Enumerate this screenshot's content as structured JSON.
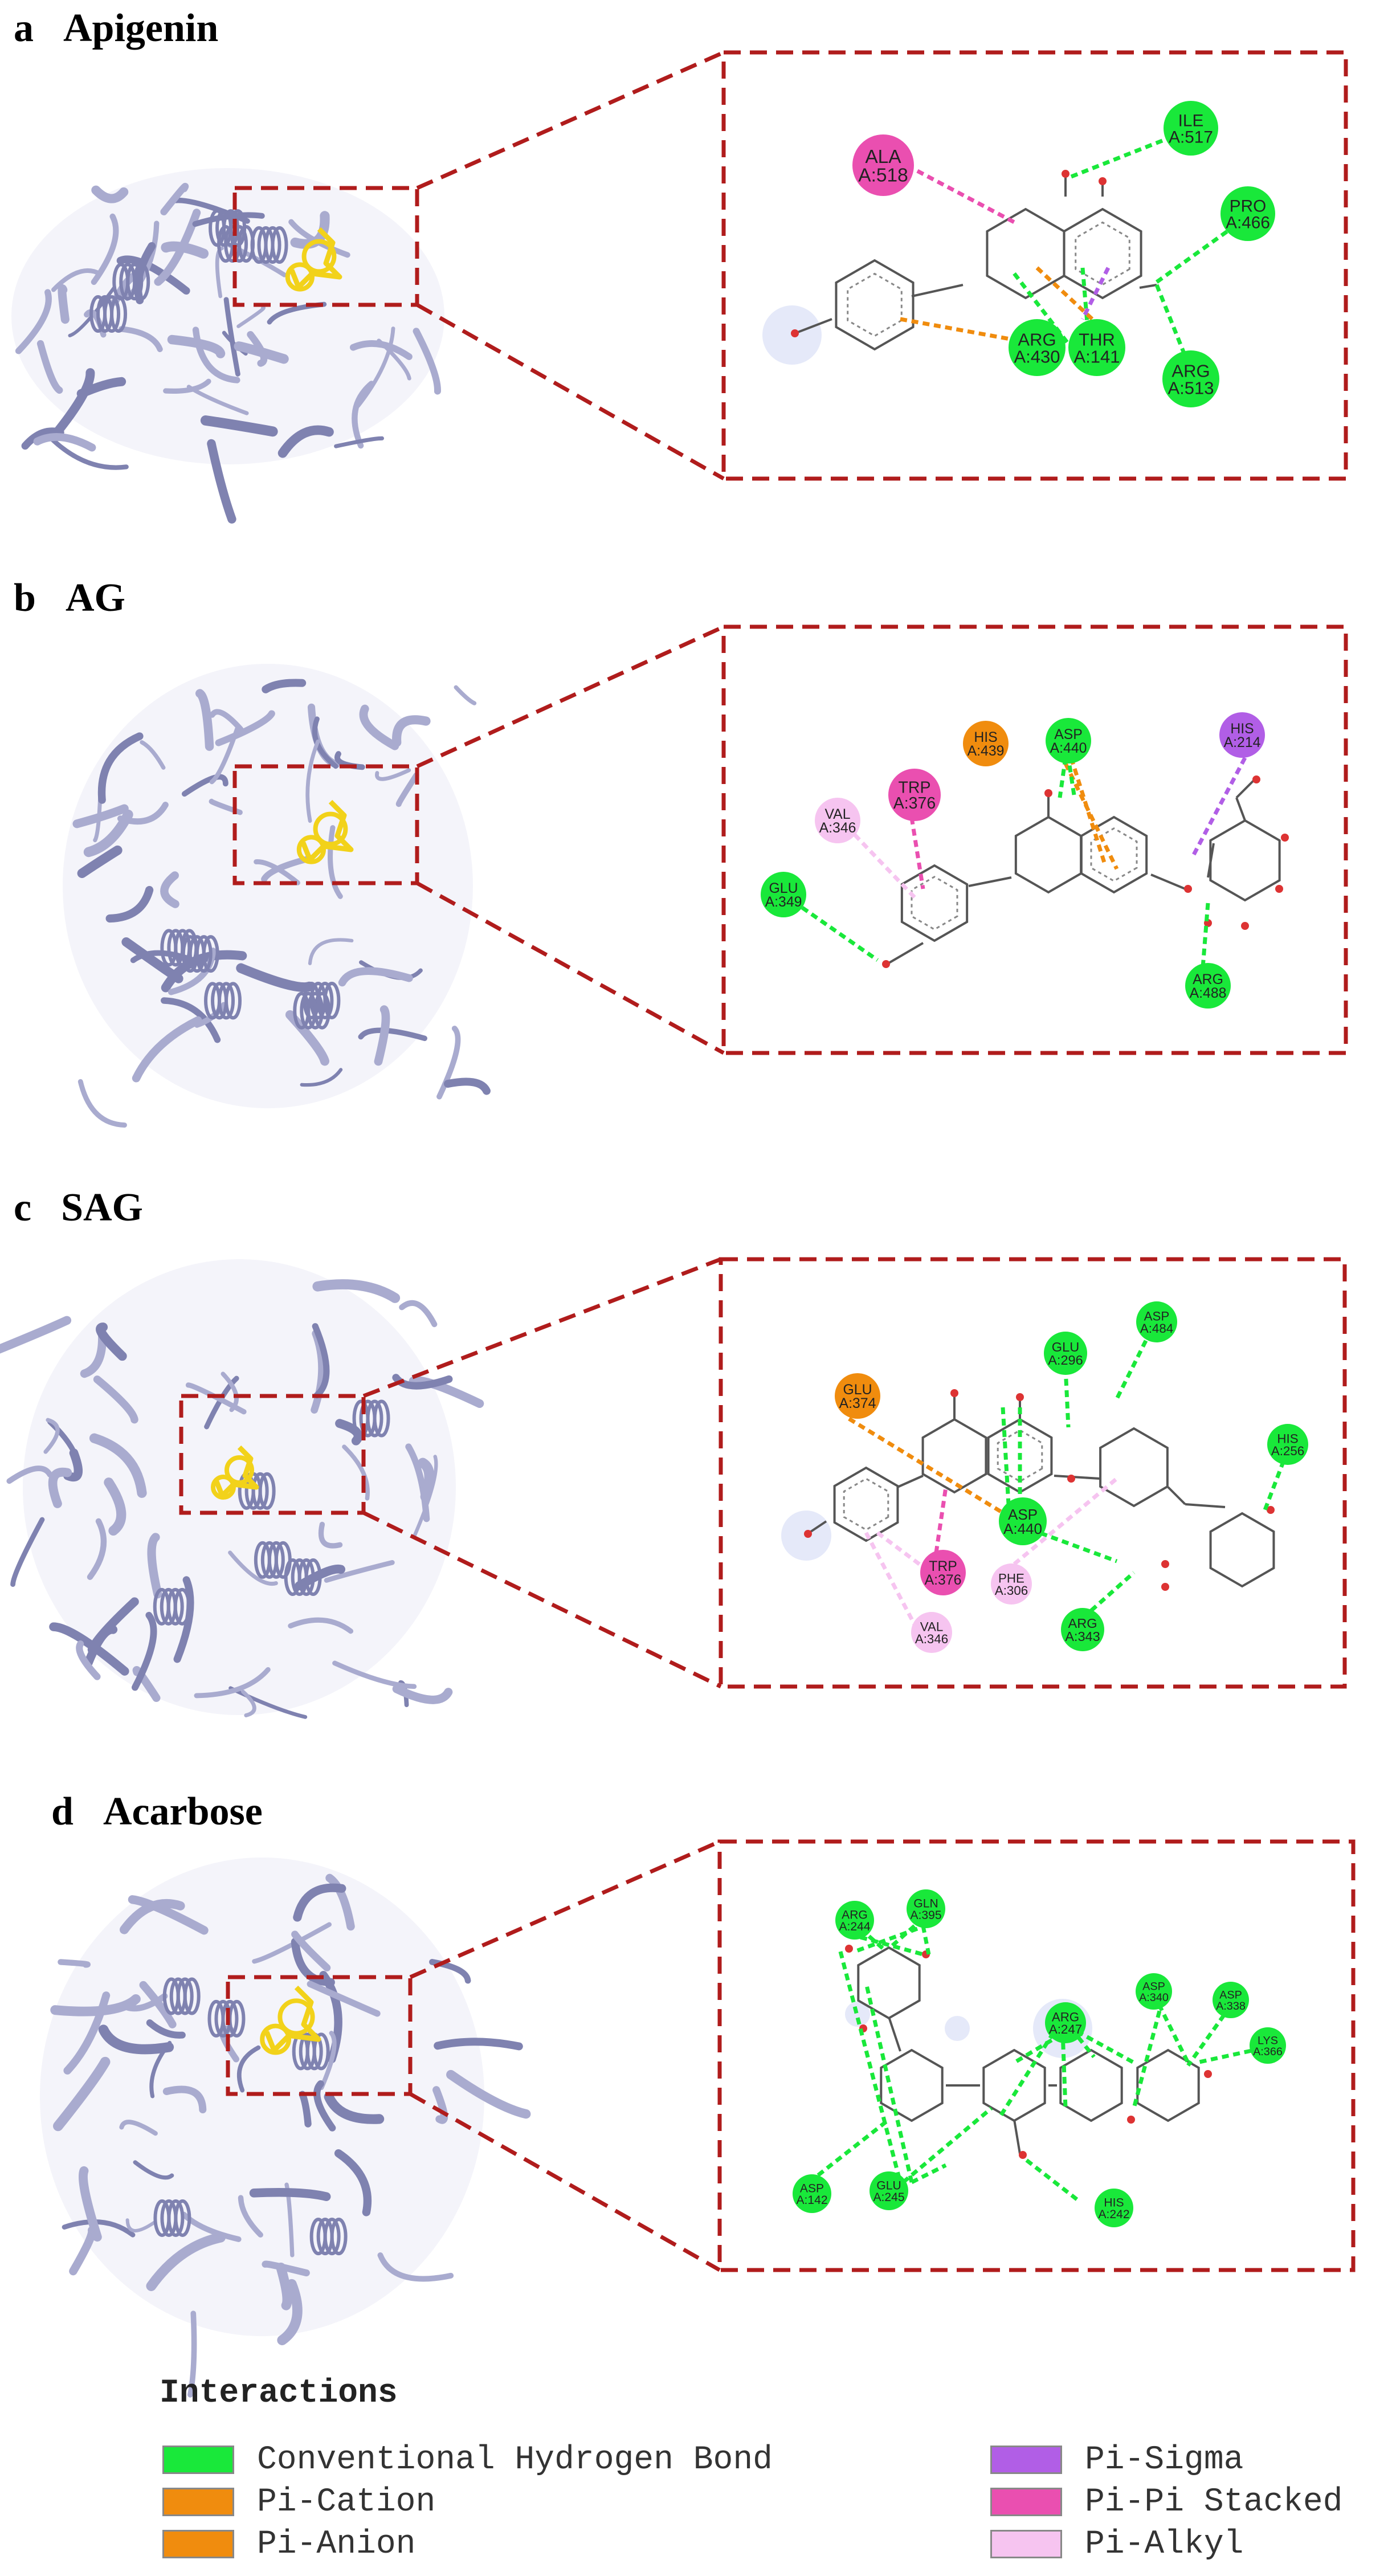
{
  "panels": [
    {
      "letter": "a",
      "title": "Apigenin"
    },
    {
      "letter": "b",
      "title": "AG"
    },
    {
      "letter": "c",
      "title": "SAG"
    },
    {
      "letter": "d",
      "title": "Acarbose"
    }
  ],
  "residues": {
    "a": [
      {
        "name": "ALA",
        "num": "A:518",
        "type": "pipi"
      },
      {
        "name": "ILE",
        "num": "A:517",
        "type": "hbond"
      },
      {
        "name": "PRO",
        "num": "A:466",
        "type": "hbond"
      },
      {
        "name": "ARG",
        "num": "A:430",
        "type": "hbond"
      },
      {
        "name": "THR",
        "num": "A:141",
        "type": "hbond"
      },
      {
        "name": "ARG",
        "num": "A:513",
        "type": "hbond"
      }
    ],
    "b": [
      {
        "name": "HIS",
        "num": "A:439",
        "type": "cation"
      },
      {
        "name": "ASP",
        "num": "A:440",
        "type": "hbond"
      },
      {
        "name": "HIS",
        "num": "A:214",
        "type": "sigma"
      },
      {
        "name": "TRP",
        "num": "A:376",
        "type": "pipi"
      },
      {
        "name": "VAL",
        "num": "A:346",
        "type": "alkyl"
      },
      {
        "name": "GLU",
        "num": "A:349",
        "type": "hbond"
      },
      {
        "name": "ARG",
        "num": "A:488",
        "type": "hbond"
      }
    ],
    "c": [
      {
        "name": "GLU",
        "num": "A:296",
        "type": "hbond"
      },
      {
        "name": "ASP",
        "num": "A:484",
        "type": "hbond"
      },
      {
        "name": "GLU",
        "num": "A:374",
        "type": "cation"
      },
      {
        "name": "HIS",
        "num": "A:256",
        "type": "hbond"
      },
      {
        "name": "ASP",
        "num": "A:440",
        "type": "hbond"
      },
      {
        "name": "TRP",
        "num": "A:376",
        "type": "pipi"
      },
      {
        "name": "PHE",
        "num": "A:306",
        "type": "alkyl"
      },
      {
        "name": "VAL",
        "num": "A:346",
        "type": "alkyl"
      },
      {
        "name": "ARG",
        "num": "A:343",
        "type": "hbond"
      }
    ],
    "d": [
      {
        "name": "ARG",
        "num": "A:244",
        "type": "hbond"
      },
      {
        "name": "GLN",
        "num": "A:395",
        "type": "hbond"
      },
      {
        "name": "ASP",
        "num": "A:340",
        "type": "hbond"
      },
      {
        "name": "ASP",
        "num": "A:338",
        "type": "hbond"
      },
      {
        "name": "ARG",
        "num": "A:247",
        "type": "hbond"
      },
      {
        "name": "LYS",
        "num": "A:366",
        "type": "hbond"
      },
      {
        "name": "ASP",
        "num": "A:142",
        "type": "hbond"
      },
      {
        "name": "GLU",
        "num": "A:245",
        "type": "hbond"
      },
      {
        "name": "HIS",
        "num": "A:242",
        "type": "hbond"
      }
    ]
  },
  "legend": {
    "title": "Interactions",
    "items": [
      {
        "label": "Conventional Hydrogen Bond",
        "color": "#19e83a"
      },
      {
        "label": "Pi-Cation",
        "color": "#f08c0e"
      },
      {
        "label": "Pi-Anion",
        "color": "#f08c0e"
      },
      {
        "label": "Pi-Sigma",
        "color": "#b15ee6"
      },
      {
        "label": "Pi-Pi Stacked",
        "color": "#ea4fb0"
      },
      {
        "label": "Pi-Alkyl",
        "color": "#f6c4f0"
      }
    ]
  },
  "colors": {
    "hbond": "#19e83a",
    "cation": "#f08c0e",
    "sigma": "#b15ee6",
    "pipi": "#ea4fb0",
    "alkyl": "#f6c4f0",
    "zoom_box": "#b01c1c",
    "protein": "#a9abcf",
    "protein_dark": "#7f82b0",
    "ligand": "#f2d21a"
  }
}
